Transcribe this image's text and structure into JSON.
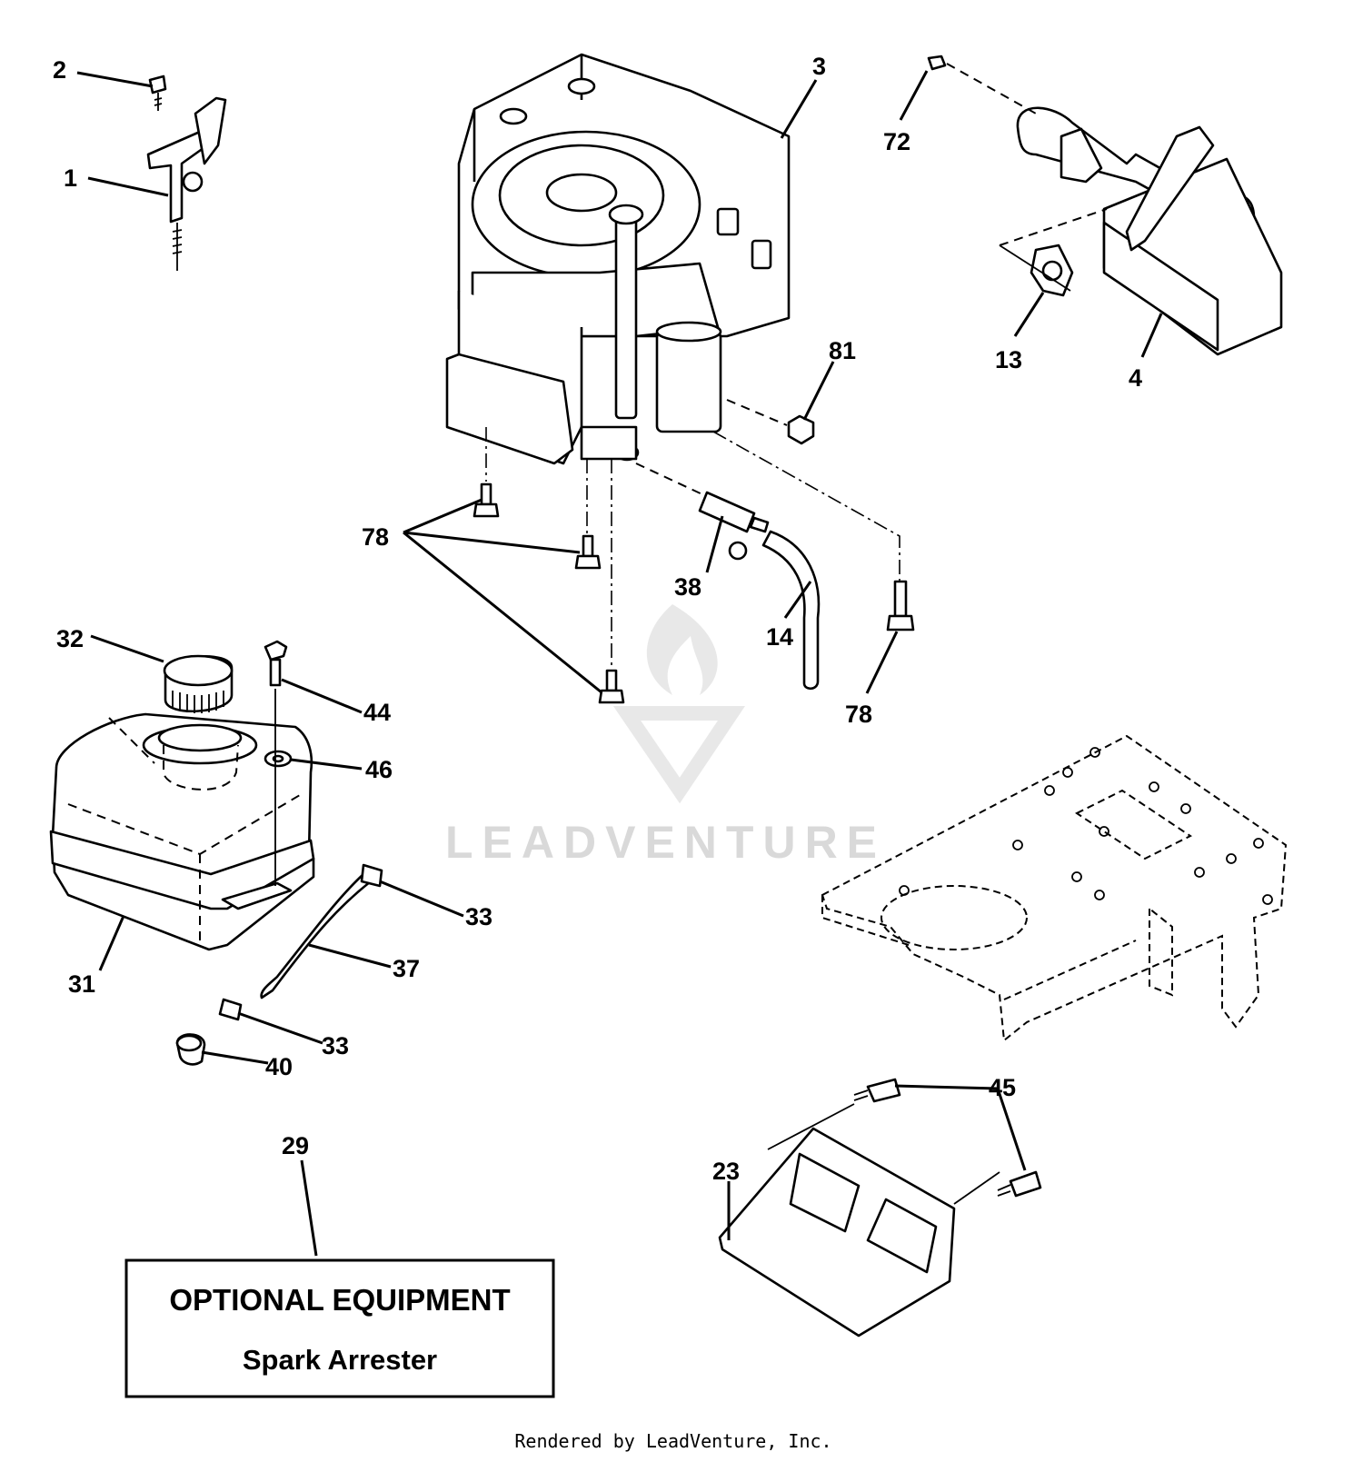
{
  "callouts": {
    "c1": "1",
    "c2": "2",
    "c3": "3",
    "c4": "4",
    "c13": "13",
    "c14": "14",
    "c23": "23",
    "c29": "29",
    "c31": "31",
    "c32": "32",
    "c33a": "33",
    "c33b": "33",
    "c37": "37",
    "c38": "38",
    "c40": "40",
    "c44": "44",
    "c45": "45",
    "c46": "46",
    "c72": "72",
    "c78a": "78",
    "c78b": "78",
    "c81": "81"
  },
  "optional_box": {
    "title": "OPTIONAL EQUIPMENT",
    "subtitle": "Spark Arrester"
  },
  "watermark": "LEADVENTURE",
  "footer": "Rendered by LeadVenture, Inc."
}
